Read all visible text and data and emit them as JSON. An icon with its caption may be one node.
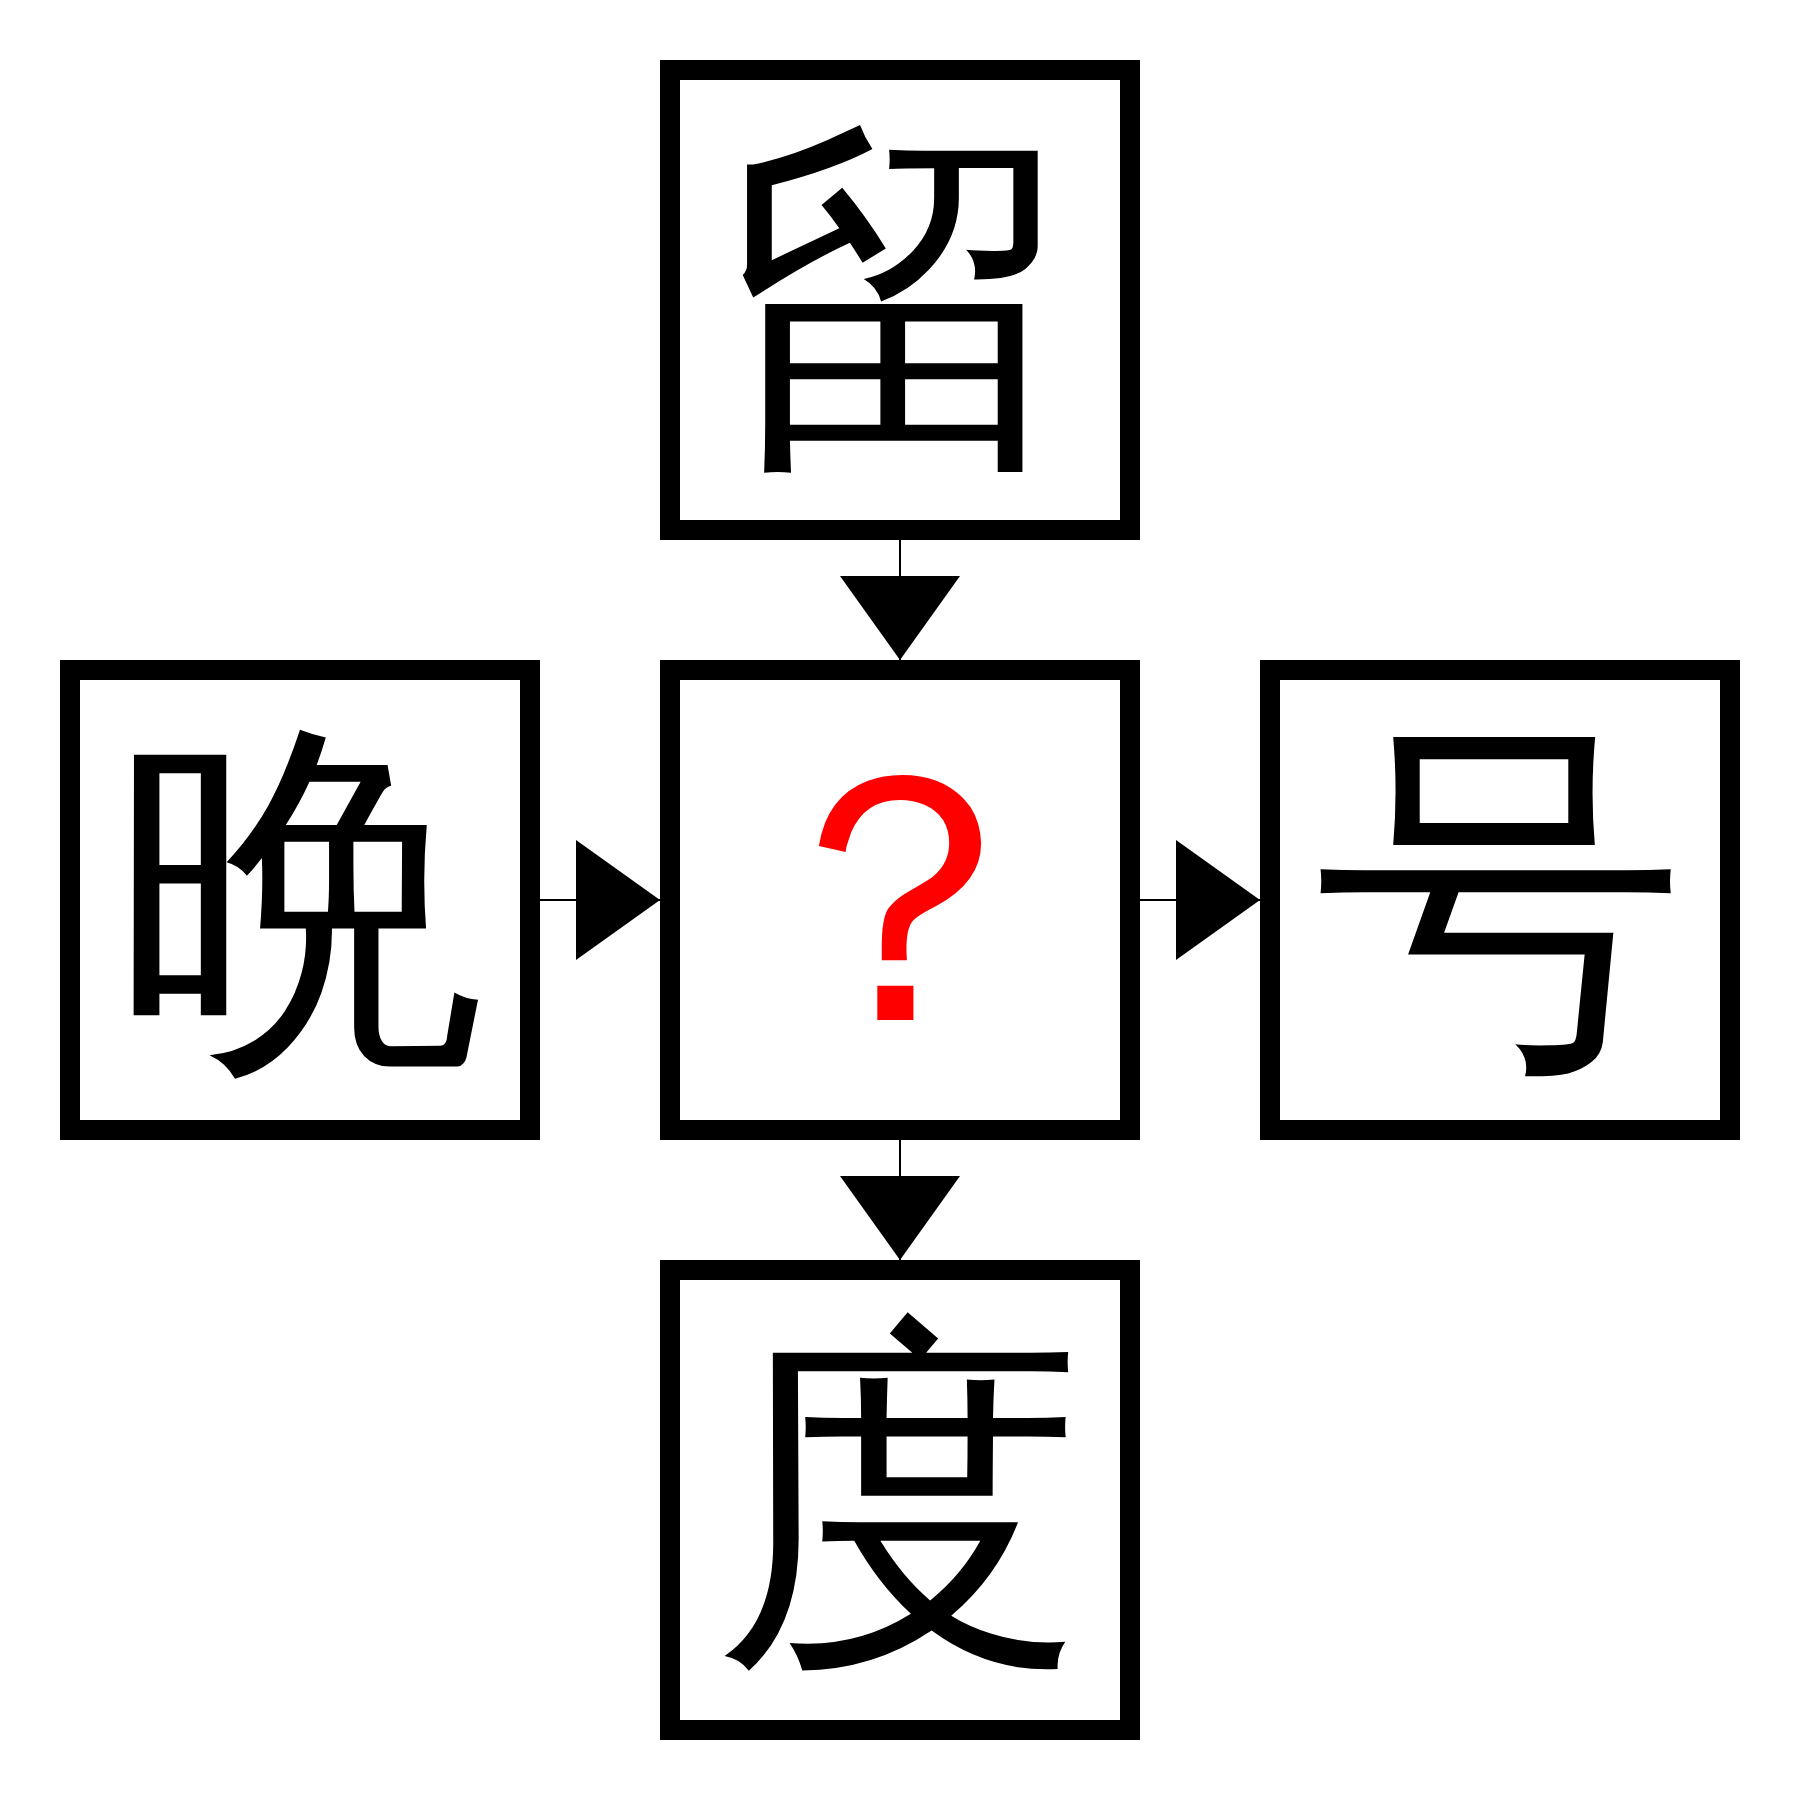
{
  "diagram": {
    "nodes": [
      {
        "text": [
          "留"
        ]
      },
      {
        "text": [
          "晩"
        ]
      },
      {
        "text": [
          "？"
        ]
      },
      {
        "text": [
          "号"
        ]
      },
      {
        "text": [
          "度"
        ]
      }
    ],
    "edges": [
      {
        "from": 0,
        "to": 2,
        "arrow": "to"
      },
      {
        "from": 1,
        "to": 2,
        "arrow": "to"
      },
      {
        "from": 2,
        "to": 3,
        "arrow": "to"
      },
      {
        "from": 2,
        "to": 4,
        "arrow": "to"
      }
    ]
  }
}
